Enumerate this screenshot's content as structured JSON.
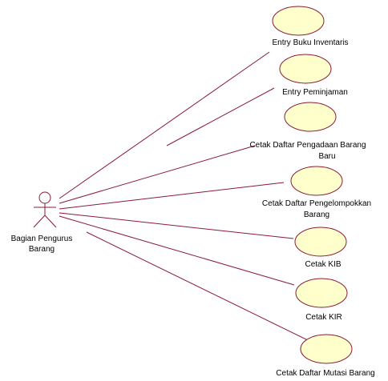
{
  "diagram": {
    "actor": {
      "label_line1": "Bagian Pengurus",
      "label_line2": "Barang"
    },
    "use_cases": [
      {
        "line1": "Entry Buku Inventaris",
        "line2": ""
      },
      {
        "line1": "Entry Peminjaman",
        "line2": ""
      },
      {
        "line1": "Cetak Daftar Pengadaan Barang",
        "line2": "Baru"
      },
      {
        "line1": "Cetak Daftar Pengelompokkan",
        "line2": "Barang"
      },
      {
        "line1": "Cetak KIB",
        "line2": ""
      },
      {
        "line1": "Cetak KIR",
        "line2": ""
      },
      {
        "line1": "Cetak Daftar Mutasi Barang",
        "line2": ""
      }
    ],
    "colors": {
      "line": "#8b1a3a",
      "usecase_fill": "#ffffcc",
      "text": "#000000",
      "background": "#ffffff"
    }
  }
}
